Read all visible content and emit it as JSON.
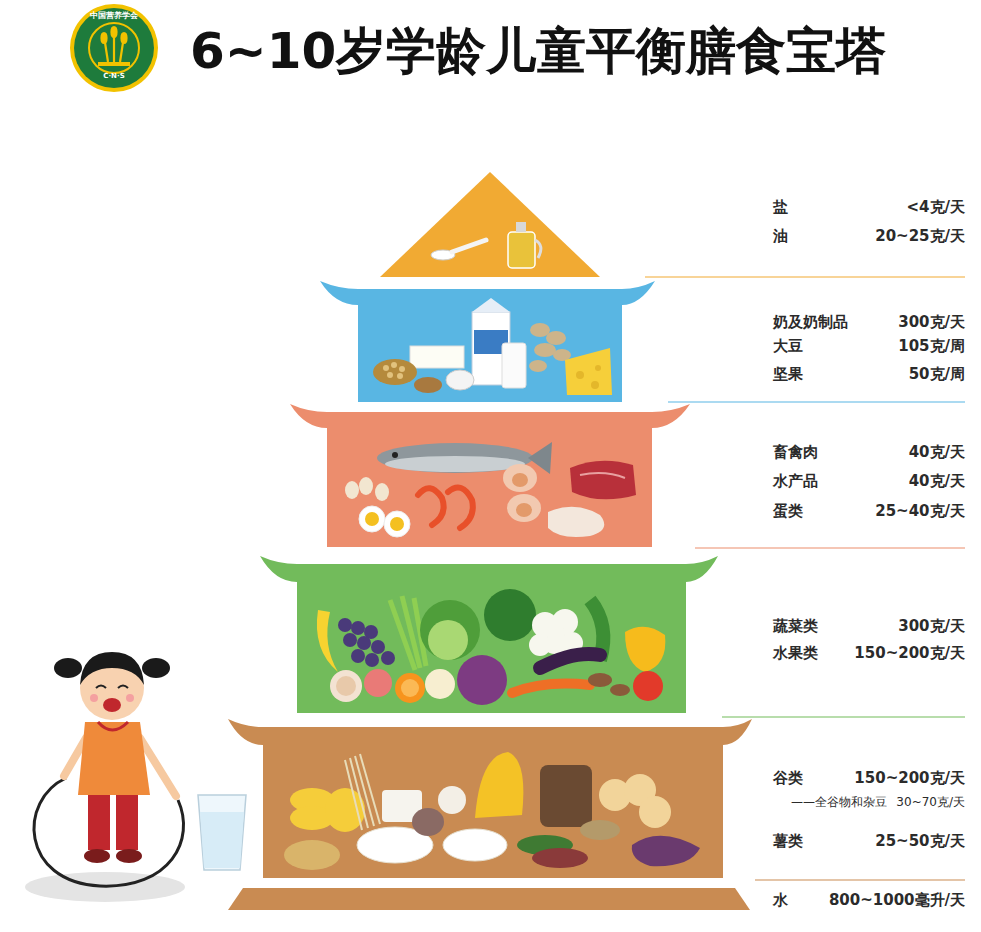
{
  "diagram": {
    "title": "6~10岁学龄儿童平衡膳食宝塔",
    "nodes": [
      {
        "text": [
          "盐",
          "<4克/天",
          "油",
          "20~25克/天"
        ]
      },
      {
        "text": [
          "奶及奶制品",
          "300克/天",
          "大豆",
          "105克/周",
          "坚果",
          "50克/周"
        ]
      },
      {
        "text": [
          "畜禽肉",
          "40克/天",
          "水产品",
          "40克/天",
          "蛋类",
          "25~40克/天"
        ]
      },
      {
        "text": [
          "蔬菜类",
          "300克/天",
          "水果类",
          "150~200克/天"
        ]
      },
      {
        "text": [
          "谷类",
          "150~200克/天",
          "——全谷物和杂豆",
          "30~70克/天",
          "薯类",
          "25~50克/天"
        ]
      },
      {
        "text": [
          "水",
          "800~1000毫升/天"
        ]
      }
    ],
    "labels": [
      "中国营养学会",
      "C·N·S"
    ]
  }
}
